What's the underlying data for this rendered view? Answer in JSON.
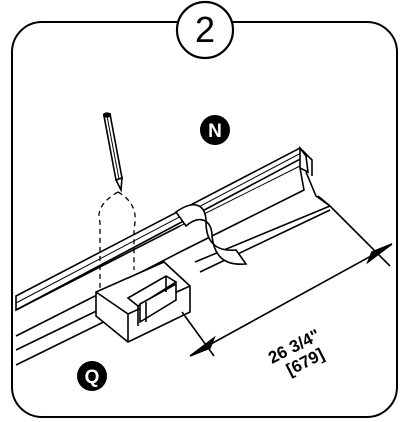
{
  "step": {
    "number": "2"
  },
  "callouts": {
    "part_n": "N",
    "part_q": "Q"
  },
  "dimension": {
    "imperial": "26 3/4\"",
    "metric": "[679]"
  },
  "colors": {
    "ink": "#000000",
    "paper": "#ffffff"
  }
}
